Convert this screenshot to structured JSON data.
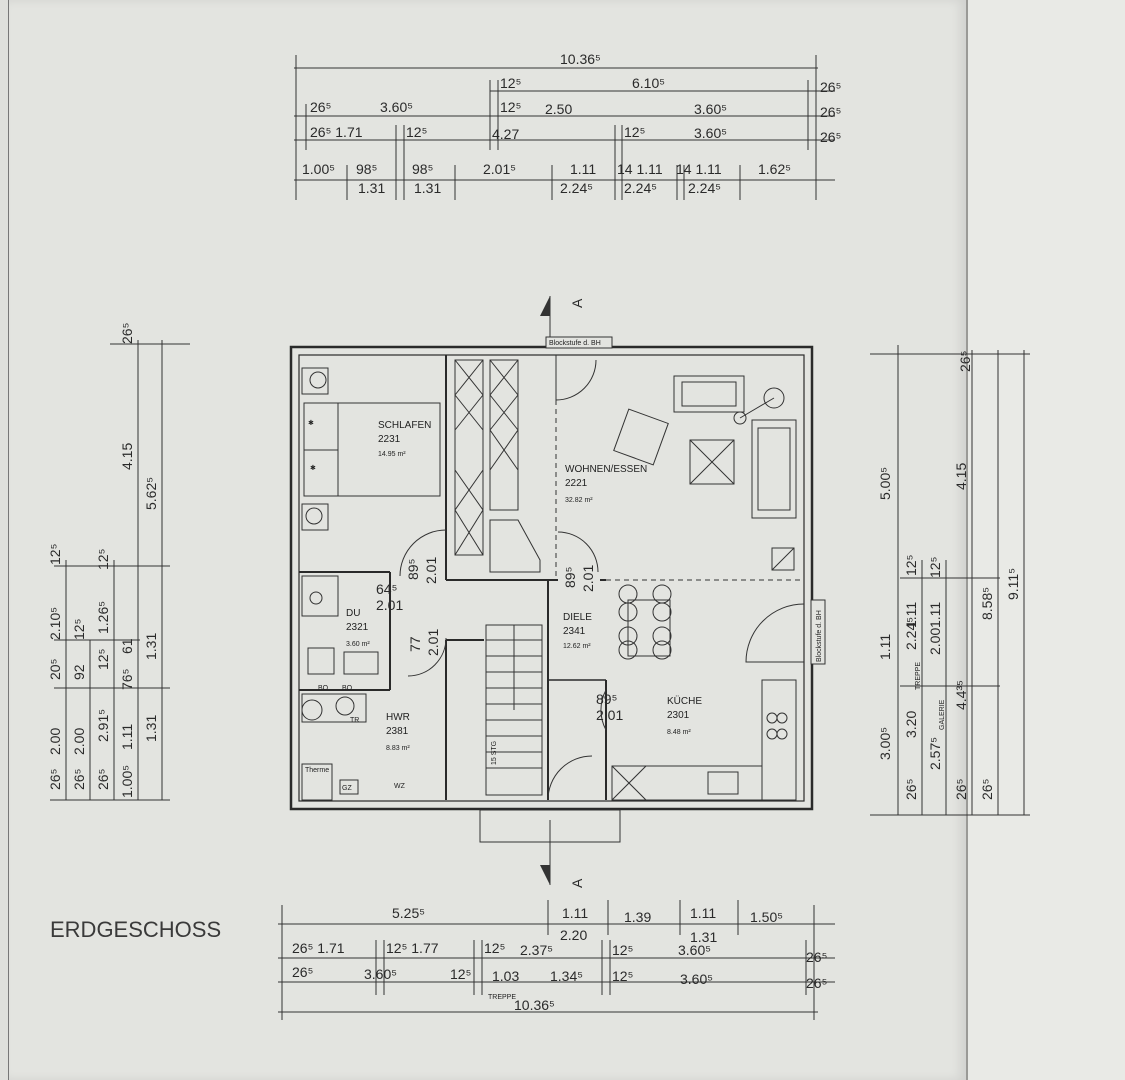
{
  "floor_title": "ERDGESCHOSS",
  "section_marker": "A",
  "labels": {
    "blockstufe_top": "Blockstufe d. BH",
    "blockstufe_right": "Blockstufe d. BH",
    "treppe_bottom": "TREPPE",
    "treppe_right": "TREPPE",
    "galerie_right": "GALERIE",
    "stair_note": "15 STG",
    "therme": "Therme",
    "gz": "GZ",
    "wz": "WZ",
    "tr": "TR",
    "bo": "BO",
    "bo2": "BO"
  },
  "rooms": [
    {
      "name": "SCHLAFEN",
      "number": "2231",
      "area": "14.95 m²"
    },
    {
      "name": "WOHNEN/ESSEN",
      "number": "2221",
      "area": "32.82 m²"
    },
    {
      "name": "DU",
      "number": "2321",
      "area": "3.60 m²"
    },
    {
      "name": "DIELE",
      "number": "2341",
      "area": "12.62 m²"
    },
    {
      "name": "HWR",
      "number": "2381",
      "area": "8.83 m²"
    },
    {
      "name": "KÜCHE",
      "number": "2301",
      "area": "8.48 m²"
    }
  ],
  "door_dims": [
    {
      "w": "89⁵",
      "h": "2.01"
    },
    {
      "w": "64⁵",
      "h": "2.01"
    },
    {
      "w": "77",
      "h": "2.01"
    },
    {
      "w": "89⁵",
      "h": "2.01"
    },
    {
      "w": "89⁵",
      "h": "2.01"
    }
  ],
  "top_dims": {
    "row1": [
      "10.36⁵"
    ],
    "row2": [
      "12⁵",
      "6.10⁵",
      "26⁵"
    ],
    "row3": [
      "26⁵",
      "3.60⁵",
      "12⁵",
      "2.50",
      "3.60⁵",
      "26⁵"
    ],
    "row4": [
      "26⁵ 1.71",
      "12⁵",
      "4.27",
      "12⁵",
      "3.60⁵",
      "26⁵"
    ],
    "row5": [
      "1.00⁵",
      "98⁵",
      "98⁵",
      "2.01⁵",
      "1.11",
      "14 1.11",
      "14 1.11",
      "1.62⁵"
    ],
    "row6": [
      "1.31",
      "1.31",
      "2.24⁵",
      "2.24⁵",
      "2.24⁵"
    ]
  },
  "bottom_dims": {
    "row1": [
      "5.25⁵",
      "1.11",
      "1.39",
      "1.11",
      "1.50⁵"
    ],
    "row2": [
      "2.20",
      "1.31"
    ],
    "row3": [
      "26⁵ 1.71",
      "12⁵ 1.77",
      "12⁵",
      "2.37⁵",
      "12⁵",
      "3.60⁵",
      "26⁵"
    ],
    "row4": [
      "26⁵",
      "3.60⁵",
      "12⁵",
      "1.03",
      "1.34⁵",
      "12⁵",
      "3.60⁵",
      "26⁵"
    ],
    "row5": [
      "10.36⁵"
    ]
  },
  "left_dims": {
    "col_a": [
      "26⁵",
      "2.00",
      "20⁵",
      "2.10⁵",
      "12⁵"
    ],
    "col_b": [
      "26⁵",
      "2.00",
      "92",
      "12⁵"
    ],
    "col_c": [
      "26⁵",
      "2.91⁵",
      "12⁵",
      "1.26⁵",
      "12⁵"
    ],
    "col_d": [
      "1.00⁵",
      "1.11",
      "76⁵",
      "61",
      "4.15",
      "26⁵"
    ],
    "col_e": [
      "1.31",
      "1.31",
      "5.62⁵"
    ]
  },
  "right_dims": {
    "col_a": [
      "3.00⁵",
      "5.00⁵"
    ],
    "col_b": [
      "26⁵",
      "3.20",
      "1.11",
      "1.11"
    ],
    "col_c": [
      "2.57⁵",
      "2.24⁵",
      "12⁵"
    ],
    "col_d": [
      "26⁵",
      "4.4³⁵",
      "2.00",
      "1.11",
      "12⁵"
    ],
    "col_e": [
      "26⁵",
      "8.58⁵",
      "4.15",
      "26⁵"
    ],
    "col_f": [
      "9.11⁵"
    ]
  }
}
